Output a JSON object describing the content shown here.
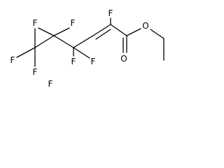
{
  "atoms": {
    "f_c2": "F",
    "f_c4a": "F",
    "f_c4b": "F",
    "f_c5a": "F",
    "f_c5b": "F",
    "f_c6a": "F",
    "f_c6b": "F",
    "f_c6c": "F",
    "o_ester": "O",
    "o_carbonyl": "O"
  },
  "colors": {
    "line": "#000000",
    "background": "#ffffff"
  }
}
